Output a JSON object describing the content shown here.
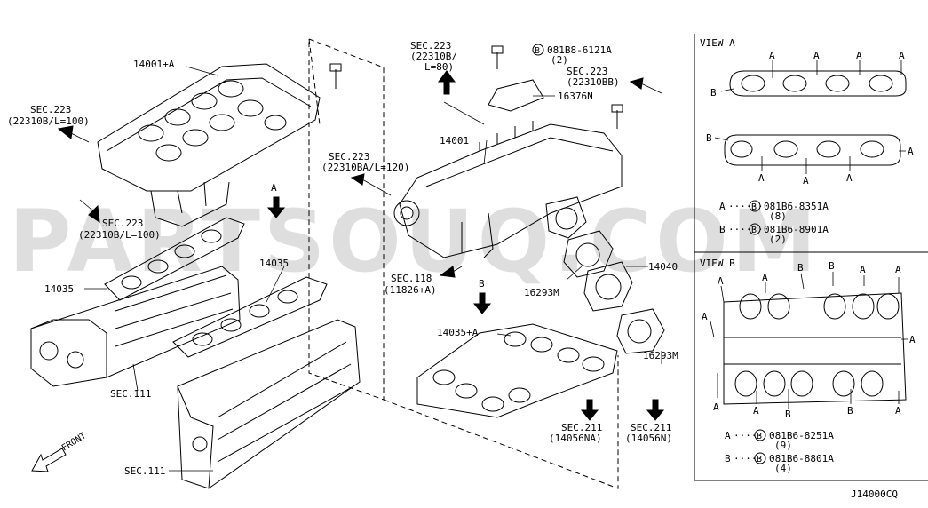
{
  "diagram_code": "J14000CQ",
  "watermark": "PARTSOUQ.COM",
  "front_label": "FRONT",
  "main": {
    "labels": {
      "p14001a": "14001+A",
      "sec223_l100_top_1": "SEC.223",
      "sec223_l100_top_2": "(22310B/L=100)",
      "sec223_l100_bot_1": "SEC.223",
      "sec223_l100_bot_2": "(22310B/L=100)",
      "p14035_left": "14035",
      "p14035_right": "14035",
      "sec111_a": "SEC.111",
      "sec111_b": "SEC.111",
      "sec223_l80_1": "SEC.223",
      "sec223_l80_2": "(22310B/",
      "sec223_l80_3": "L=80)",
      "bolt_top_1": "081B8-6121A",
      "bolt_top_2": "(2)",
      "bolt_top_circle": "B",
      "sec223_bb_1": "SEC.223",
      "sec223_bb_2": "(22310BB)",
      "p16376n": "16376N",
      "p14001": "14001",
      "sec223_ba_1": "SEC.223",
      "sec223_ba_2": "(22310BA/L=120)",
      "sec118_1": "SEC.118",
      "sec118_2": "(11826+A)",
      "p16293m_a": "16293M",
      "p16293m_b": "16293M",
      "p14040": "14040",
      "p14035a": "14035+A",
      "sec211_na_1": "SEC.211",
      "sec211_na_2": "(14056NA)",
      "sec211_n_1": "SEC.211",
      "sec211_n_2": "(14056N)",
      "view_a_arrow": "A",
      "view_b_arrow": "B"
    }
  },
  "view_a": {
    "title": "VIEW A",
    "letters": [
      "A",
      "A",
      "A",
      "A",
      "B",
      "B",
      "A",
      "A",
      "A",
      "A"
    ],
    "legend": [
      {
        "key": "A",
        "circle": "B",
        "part": "081B6-8351A",
        "qty": "(8)"
      },
      {
        "key": "B",
        "circle": "B",
        "part": "081B6-8901A",
        "qty": "(2)"
      }
    ]
  },
  "view_b": {
    "title": "VIEW B",
    "letters": [
      "A",
      "B",
      "B",
      "A",
      "A",
      "A",
      "A",
      "A",
      "A",
      "B",
      "B",
      "A",
      "A"
    ],
    "legend": [
      {
        "key": "A",
        "circle": "B",
        "part": "081B6-8251A",
        "qty": "(9)"
      },
      {
        "key": "B",
        "circle": "B",
        "part": "081B6-8801A",
        "qty": "(4)"
      }
    ]
  }
}
